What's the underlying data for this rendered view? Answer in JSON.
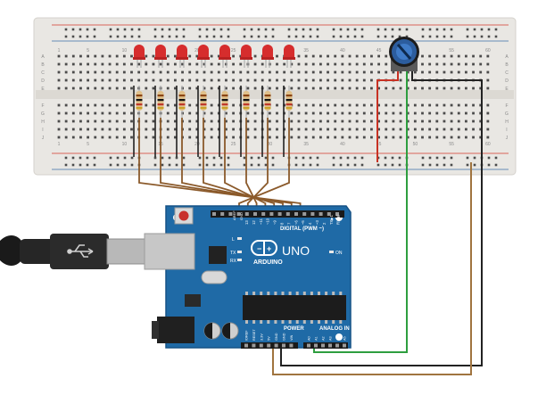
{
  "breadboard": {
    "col_numbers": [
      "1",
      "5",
      "10",
      "15",
      "20",
      "25",
      "30",
      "35",
      "40",
      "45",
      "50",
      "55",
      "60"
    ],
    "row_letters_top": [
      "A",
      "B",
      "C",
      "D",
      "E"
    ],
    "row_letters_bottom": [
      "F",
      "G",
      "H",
      "I",
      "J"
    ],
    "led_count": 8,
    "colors": {
      "board": "#e9e7e3",
      "hole": "#4b4b4b",
      "rail_red": "#d33b2c",
      "rail_blue": "#3d6ea8"
    }
  },
  "arduino": {
    "logo_text": "ARDUINO",
    "model": "UNO",
    "digital_label": "DIGITAL (PWM ~)",
    "analog_label": "ANALOG IN",
    "power_label": "POWER",
    "on_label": "ON",
    "aref_label": "AREF",
    "gnd_label": "GND",
    "tx_label": "TX",
    "rx_label": "RX",
    "l_label": "L",
    "digital_pins": [
      "13",
      "12",
      "~11",
      "~10",
      "~9",
      "8",
      "7",
      "~6",
      "~5",
      "4",
      "~3",
      "2",
      "TX▶1",
      "RX◀0"
    ],
    "power_pins": [
      "IOREF",
      "RESET",
      "3.3V",
      "5V",
      "GND",
      "GND",
      "VIN"
    ],
    "analog_pins": [
      "A0",
      "A1",
      "A2",
      "A3",
      "A4",
      "A5"
    ],
    "colors": {
      "board": "#1f6aa6",
      "board_dark": "#165285",
      "silk": "#ffffff"
    }
  },
  "wires": {
    "colors": {
      "led": "#8b5a2b",
      "power": "#c83224",
      "ground": "#222222",
      "signal": "#2e9e3f",
      "supply": "#a0743f"
    }
  },
  "usb": {
    "icon": "usb-icon"
  }
}
